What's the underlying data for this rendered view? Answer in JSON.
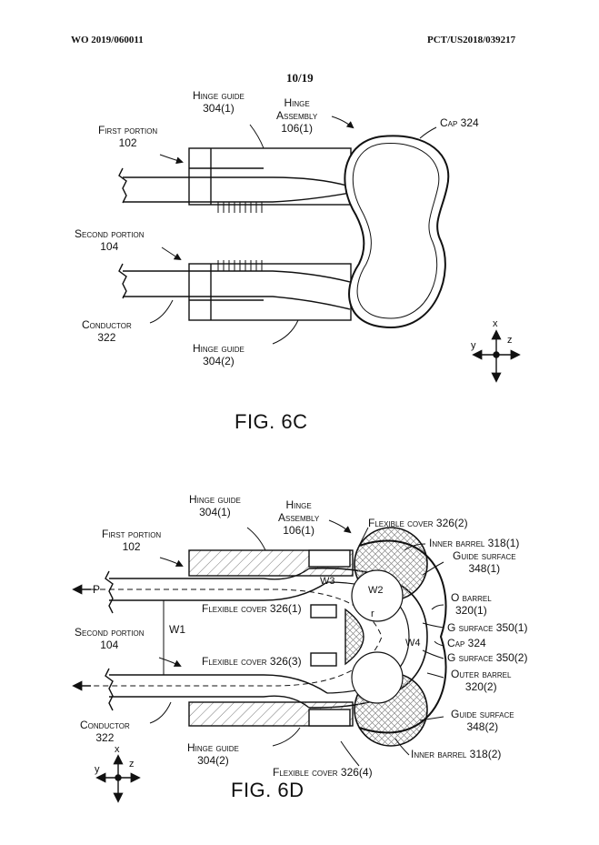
{
  "header": {
    "pub_no": "WO 2019/060011",
    "app_no": "PCT/US2018/039217",
    "page": "10/19"
  },
  "fig6c": {
    "title": "FIG. 6C",
    "hinge_guide_top": {
      "name": "Hinge guide",
      "ref": "304(1)"
    },
    "hinge_assembly": {
      "name1": "Hinge",
      "name2": "Assembly",
      "ref": "106(1)"
    },
    "cap": {
      "name": "Cap 324"
    },
    "first_portion": {
      "name": "First portion",
      "ref": "102"
    },
    "second_portion": {
      "name": "Second portion",
      "ref": "104"
    },
    "conductor": {
      "name": "Conductor",
      "ref": "322"
    },
    "hinge_guide_bottom": {
      "name": "Hinge guide",
      "ref": "304(2)"
    },
    "axes": {
      "x": "x",
      "y": "y",
      "z": "z"
    }
  },
  "fig6d": {
    "title": "FIG. 6D",
    "hinge_guide_top": {
      "name": "Hinge guide",
      "ref": "304(1)"
    },
    "hinge_assembly": {
      "name1": "Hinge",
      "name2": "Assembly",
      "ref": "106(1)"
    },
    "flex_cover_2": "Flexible cover 326(2)",
    "inner_barrel_1": "Inner barrel 318(1)",
    "guide_surface_1": {
      "name": "Guide surface",
      "ref": "348(1)"
    },
    "first_portion": {
      "name": "First portion",
      "ref": "102"
    },
    "p_label": "P",
    "w3": "W3",
    "w2": "W2",
    "r": "r",
    "w4": "W4",
    "w1": "W1",
    "flex_cover_1": "Flexible cover 326(1)",
    "o_barrel_1": {
      "name": "O barrel",
      "ref": "320(1)"
    },
    "g_surface_1": "G surface 350(1)",
    "second_portion": {
      "name": "Second portion",
      "ref": "104"
    },
    "cap": "Cap 324",
    "flex_cover_3": "Flexible cover 326(3)",
    "g_surface_2": "G surface 350(2)",
    "outer_barrel_2": {
      "name": "Outer barrel",
      "ref": "320(2)"
    },
    "conductor": {
      "name": "Conductor",
      "ref": "322"
    },
    "guide_surface_2": {
      "name": "Guide surface",
      "ref": "348(2)"
    },
    "hinge_guide_bottom": {
      "name": "Hinge guide",
      "ref": "304(2)"
    },
    "inner_barrel_2": "Inner barrel 318(2)",
    "flex_cover_4": "Flexible cover 326(4)",
    "axes": {
      "x": "x",
      "y": "y",
      "z": "z"
    }
  }
}
